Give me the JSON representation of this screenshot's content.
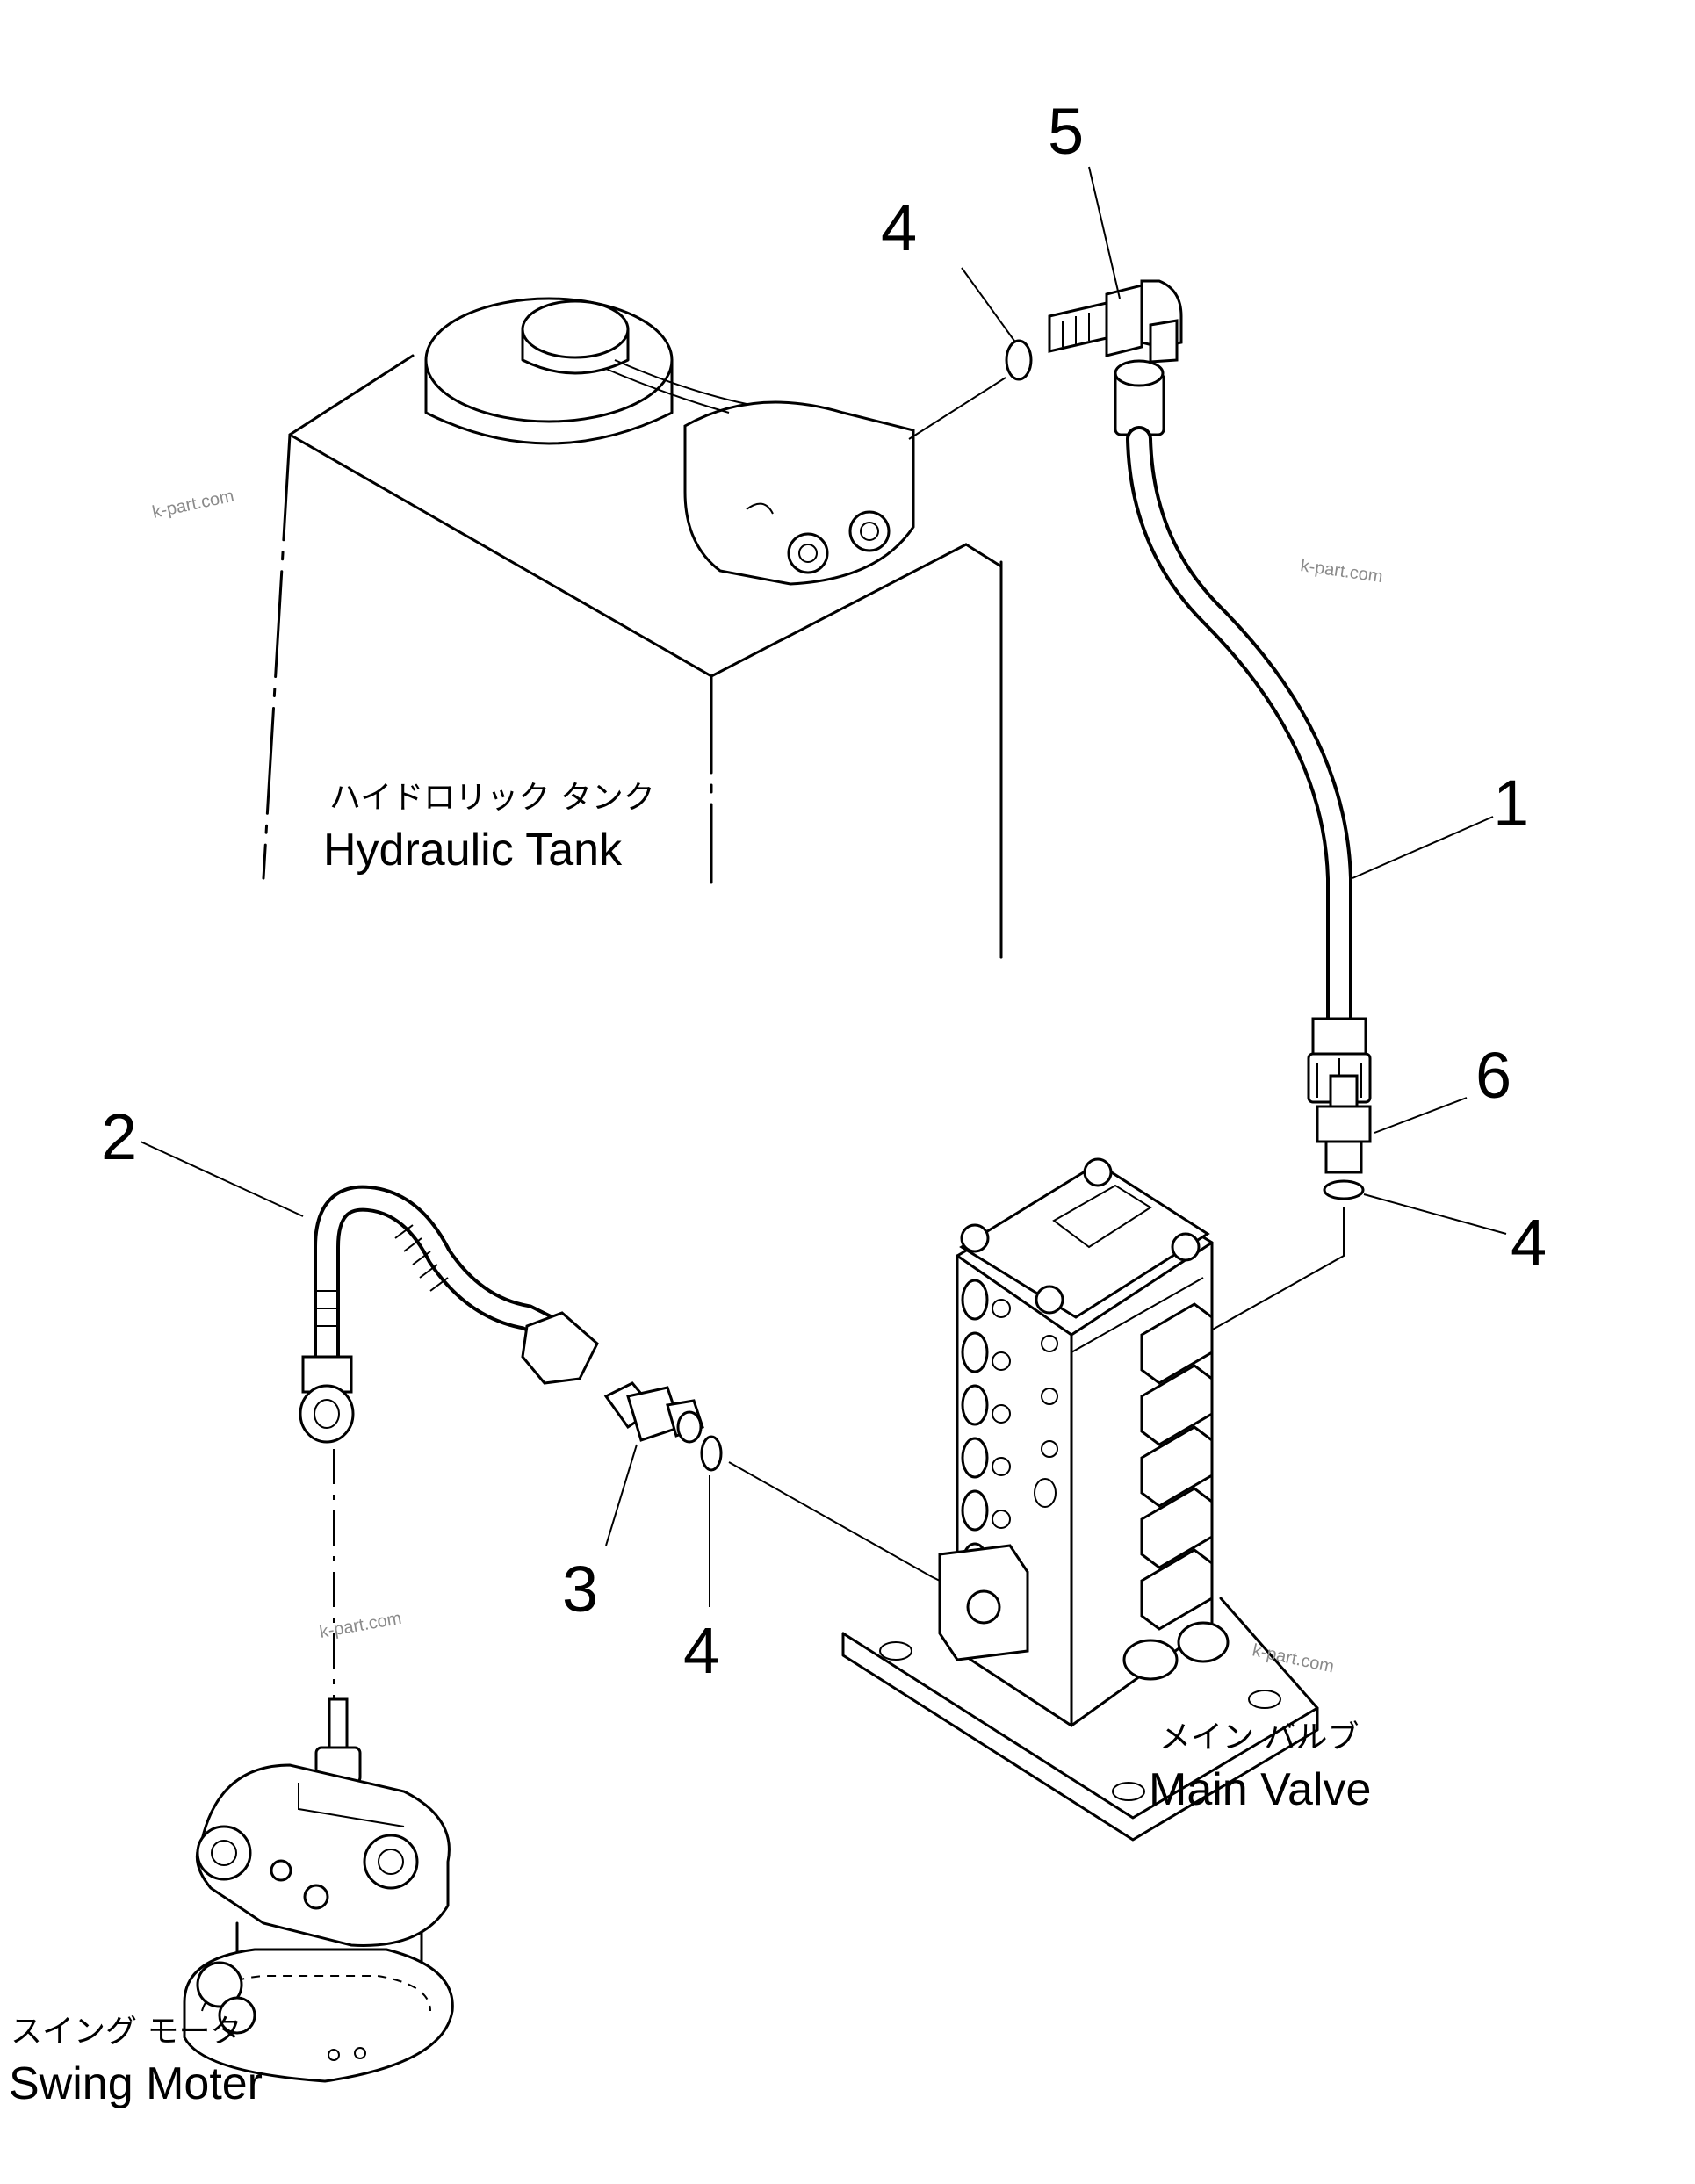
{
  "callouts": {
    "c1": "1",
    "c2": "2",
    "c3": "3",
    "c4a": "4",
    "c4b": "4",
    "c4c": "4",
    "c5": "5",
    "c6": "6"
  },
  "components": {
    "hydraulic_tank_jp": "ハイドロリック タンク",
    "hydraulic_tank_en": "Hydraulic Tank",
    "main_valve_jp": "メイン バルブ",
    "main_valve_en": "Main Valve",
    "swing_motor_jp": "スイング モータ",
    "swing_motor_en": "Swing Moter"
  },
  "watermarks": {
    "w1": "k-part.com",
    "w2": "k-part.com",
    "w3": "k-part.com",
    "w4": "k-part.com"
  }
}
